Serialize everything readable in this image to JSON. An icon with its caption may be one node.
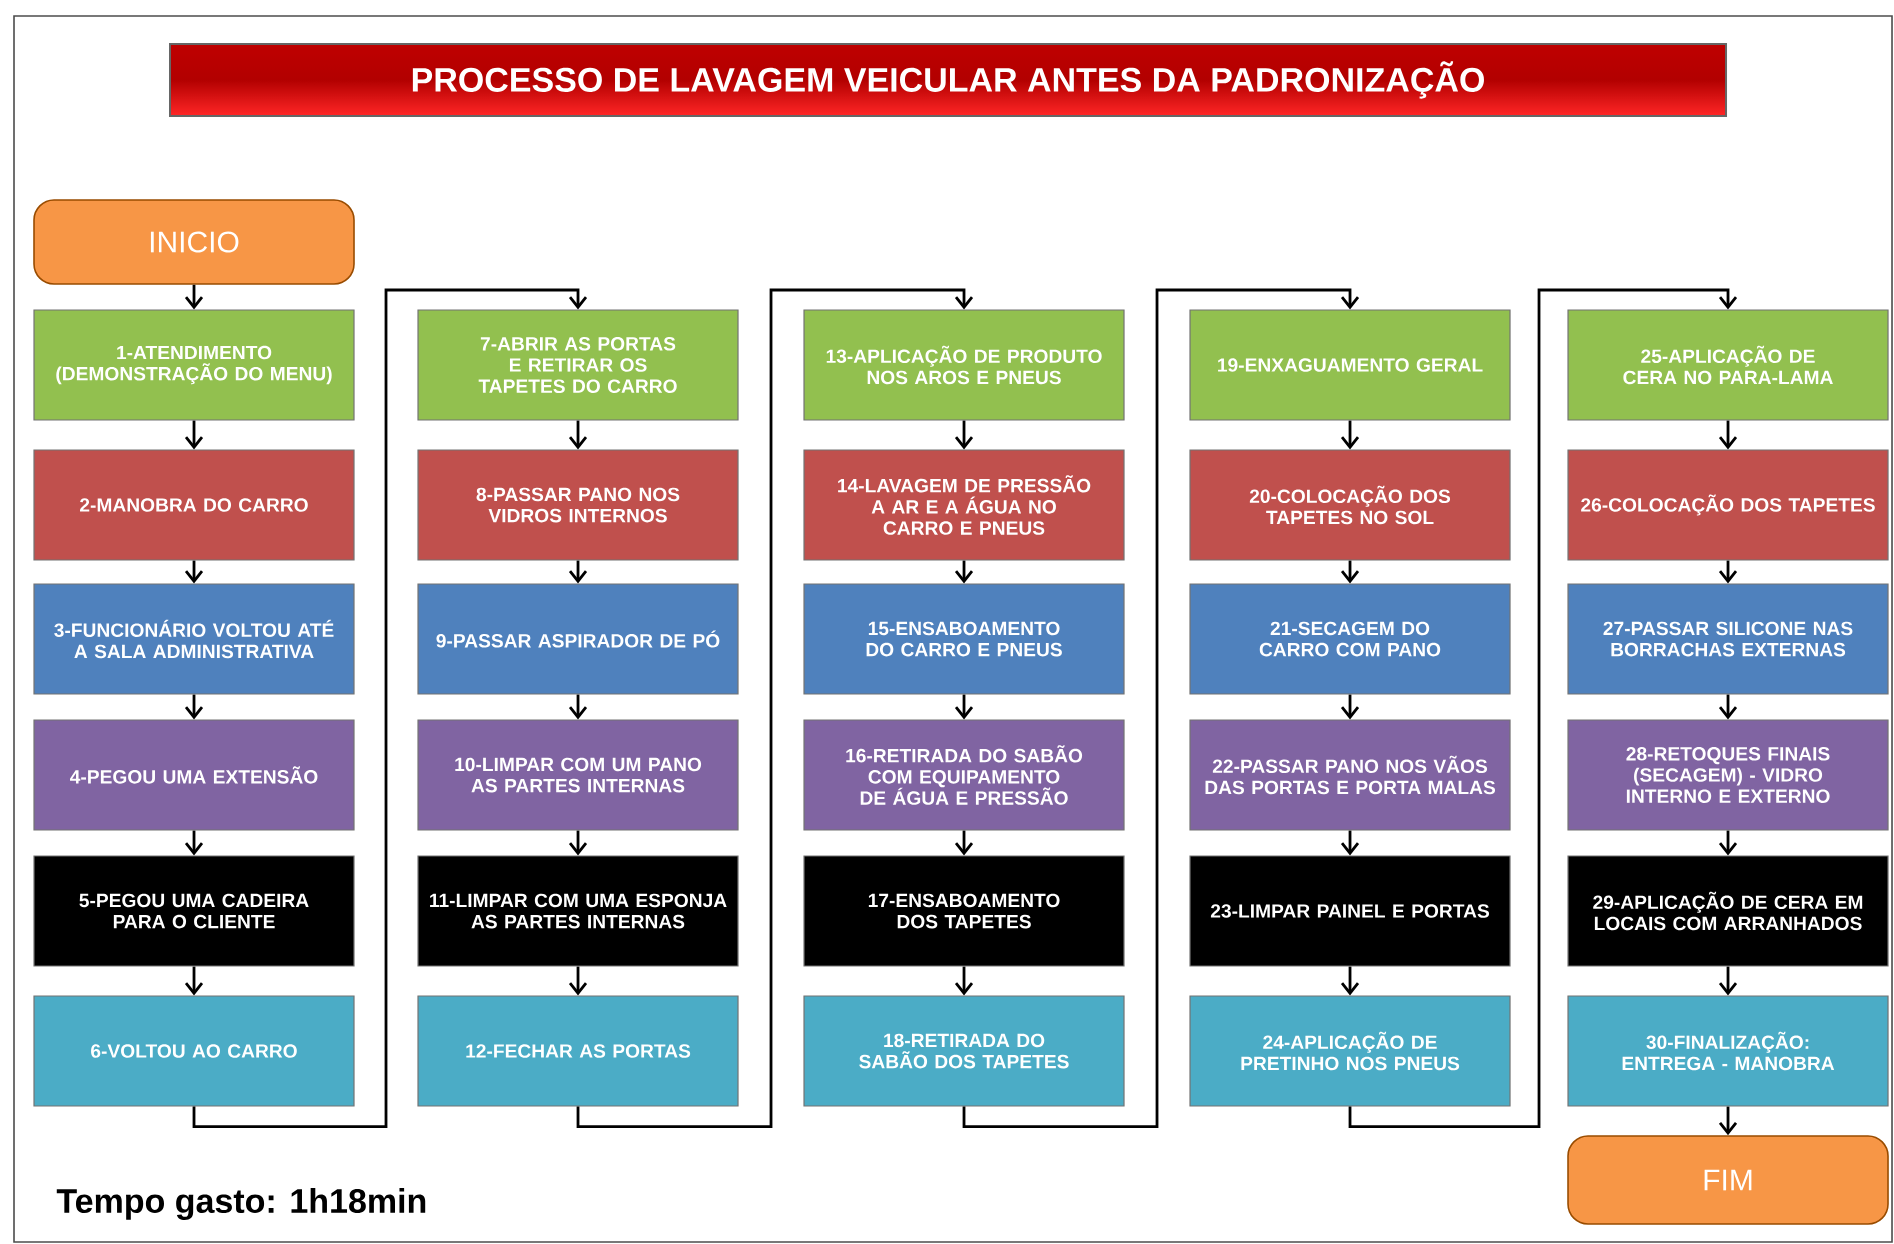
{
  "diagram": {
    "title": "PROCESSO DE LAVAGEM VEICULAR ANTES DA PADRONIZAÇÃO",
    "nodes": [
      {
        "text": [
          "INICIO"
        ]
      },
      {
        "text": [
          "1-ATENDIMENTO (DEMONSTRAÇÃO DO MENU)"
        ]
      },
      {
        "text": [
          "2-MANOBRA DO CARRO"
        ]
      },
      {
        "text": [
          "3-FUNCIONÁRIO VOLTOU ATÉ A SALA ADMINISTRATIVA"
        ]
      },
      {
        "text": [
          "4-PEGOU UMA EXTENSÃO"
        ]
      },
      {
        "text": [
          "5-PEGOU UMA CADEIRA PARA O CLIENTE"
        ]
      },
      {
        "text": [
          "6-VOLTOU AO CARRO"
        ]
      },
      {
        "text": [
          "7-ABRIR AS PORTAS E RETIRAR OS TAPETES DO CARRO"
        ]
      },
      {
        "text": [
          "8-PASSAR PANO NOS VIDROS INTERNOS"
        ]
      },
      {
        "text": [
          "9-PASSAR ASPIRADOR DE PÓ"
        ]
      },
      {
        "text": [
          "10-LIMPAR COM UM PANO AS PARTES INTERNAS"
        ]
      },
      {
        "text": [
          "11-LIMPAR COM UMA ESPONJA AS PARTES INTERNAS"
        ]
      },
      {
        "text": [
          "12-FECHAR AS PORTAS"
        ]
      },
      {
        "text": [
          "13-APLICAÇÃO DE PRODUTO NOS AROS E PNEUS"
        ]
      },
      {
        "text": [
          "14-LAVAGEM DE PRESSÃO A AR E A ÁGUA NO CARRO E PNEUS"
        ]
      },
      {
        "text": [
          "15-ENSABOAMENTO DO CARRO E PNEUS"
        ]
      },
      {
        "text": [
          "16-RETIRADA DO SABÃO COM EQUIPAMENTO DE ÁGUA E PRESSÃO"
        ]
      },
      {
        "text": [
          "17-ENSABOAMENTO DOS TAPETES"
        ]
      },
      {
        "text": [
          "18-RETIRADA DO SABÃO DOS TAPETES"
        ]
      },
      {
        "text": [
          "19-ENXAGUAMENTO GERAL"
        ]
      },
      {
        "text": [
          "20-COLOCAÇÃO DOS TAPETES NO SOL"
        ]
      },
      {
        "text": [
          "21-SECAGEM DO CARRO COM PANO"
        ]
      },
      {
        "text": [
          "22-PASSAR PANO NOS VÃOS DAS PORTAS E PORTA MALAS"
        ]
      },
      {
        "text": [
          "23-LIMPAR PAINEL E PORTAS"
        ]
      },
      {
        "text": [
          "24-APLICAÇÃO DE PRETINHO NOS PNEUS"
        ]
      },
      {
        "text": [
          "25-APLICAÇÃO DE CERA NO PARA-LAMA"
        ]
      },
      {
        "text": [
          "26-COLOCAÇÃO DOS TAPETES"
        ]
      },
      {
        "text": [
          "27-PASSAR SILICONE NAS BORRACHAS EXTERNAS"
        ]
      },
      {
        "text": [
          "28-RETOQUES FINAIS (SECAGEM) - VIDRO INTERNO E EXTERNO"
        ]
      },
      {
        "text": [
          "29-APLICAÇÃO DE CERA EM LOCAIS COM ARRANHADOS"
        ]
      },
      {
        "text": [
          "30-FINALIZAÇÃO: ENTREGA - MANOBRA"
        ]
      },
      {
        "text": [
          "FIM"
        ]
      }
    ],
    "edges": [
      {
        "from": 0,
        "to": 1,
        "arrow": "to"
      },
      {
        "from": 1,
        "to": 2,
        "arrow": "to"
      },
      {
        "from": 2,
        "to": 3,
        "arrow": "to"
      },
      {
        "from": 3,
        "to": 4,
        "arrow": "to"
      },
      {
        "from": 4,
        "to": 5,
        "arrow": "to"
      },
      {
        "from": 5,
        "to": 6,
        "arrow": "to"
      },
      {
        "from": 6,
        "to": 7,
        "arrow": "to"
      },
      {
        "from": 7,
        "to": 8,
        "arrow": "to"
      },
      {
        "from": 8,
        "to": 9,
        "arrow": "to"
      },
      {
        "from": 9,
        "to": 10,
        "arrow": "to"
      },
      {
        "from": 10,
        "to": 11,
        "arrow": "to"
      },
      {
        "from": 11,
        "to": 12,
        "arrow": "to"
      },
      {
        "from": 12,
        "to": 13,
        "arrow": "to"
      },
      {
        "from": 13,
        "to": 14,
        "arrow": "to"
      },
      {
        "from": 14,
        "to": 15,
        "arrow": "to"
      },
      {
        "from": 15,
        "to": 16,
        "arrow": "to"
      },
      {
        "from": 16,
        "to": 17,
        "arrow": "to"
      },
      {
        "from": 17,
        "to": 18,
        "arrow": "to"
      },
      {
        "from": 18,
        "to": 19,
        "arrow": "to"
      },
      {
        "from": 19,
        "to": 20,
        "arrow": "to"
      },
      {
        "from": 20,
        "to": 21,
        "arrow": "to"
      },
      {
        "from": 21,
        "to": 22,
        "arrow": "to"
      },
      {
        "from": 22,
        "to": 23,
        "arrow": "to"
      },
      {
        "from": 23,
        "to": 24,
        "arrow": "to"
      },
      {
        "from": 24,
        "to": 25,
        "arrow": "to"
      },
      {
        "from": 25,
        "to": 26,
        "arrow": "to"
      },
      {
        "from": 26,
        "to": 27,
        "arrow": "to"
      },
      {
        "from": 27,
        "to": 28,
        "arrow": "to"
      },
      {
        "from": 28,
        "to": 29,
        "arrow": "to"
      },
      {
        "from": 29,
        "to": 30,
        "arrow": "to"
      },
      {
        "from": 30,
        "to": 31,
        "arrow": "to"
      }
    ],
    "labels": [
      "Tempo gasto: 1h18min"
    ]
  }
}
